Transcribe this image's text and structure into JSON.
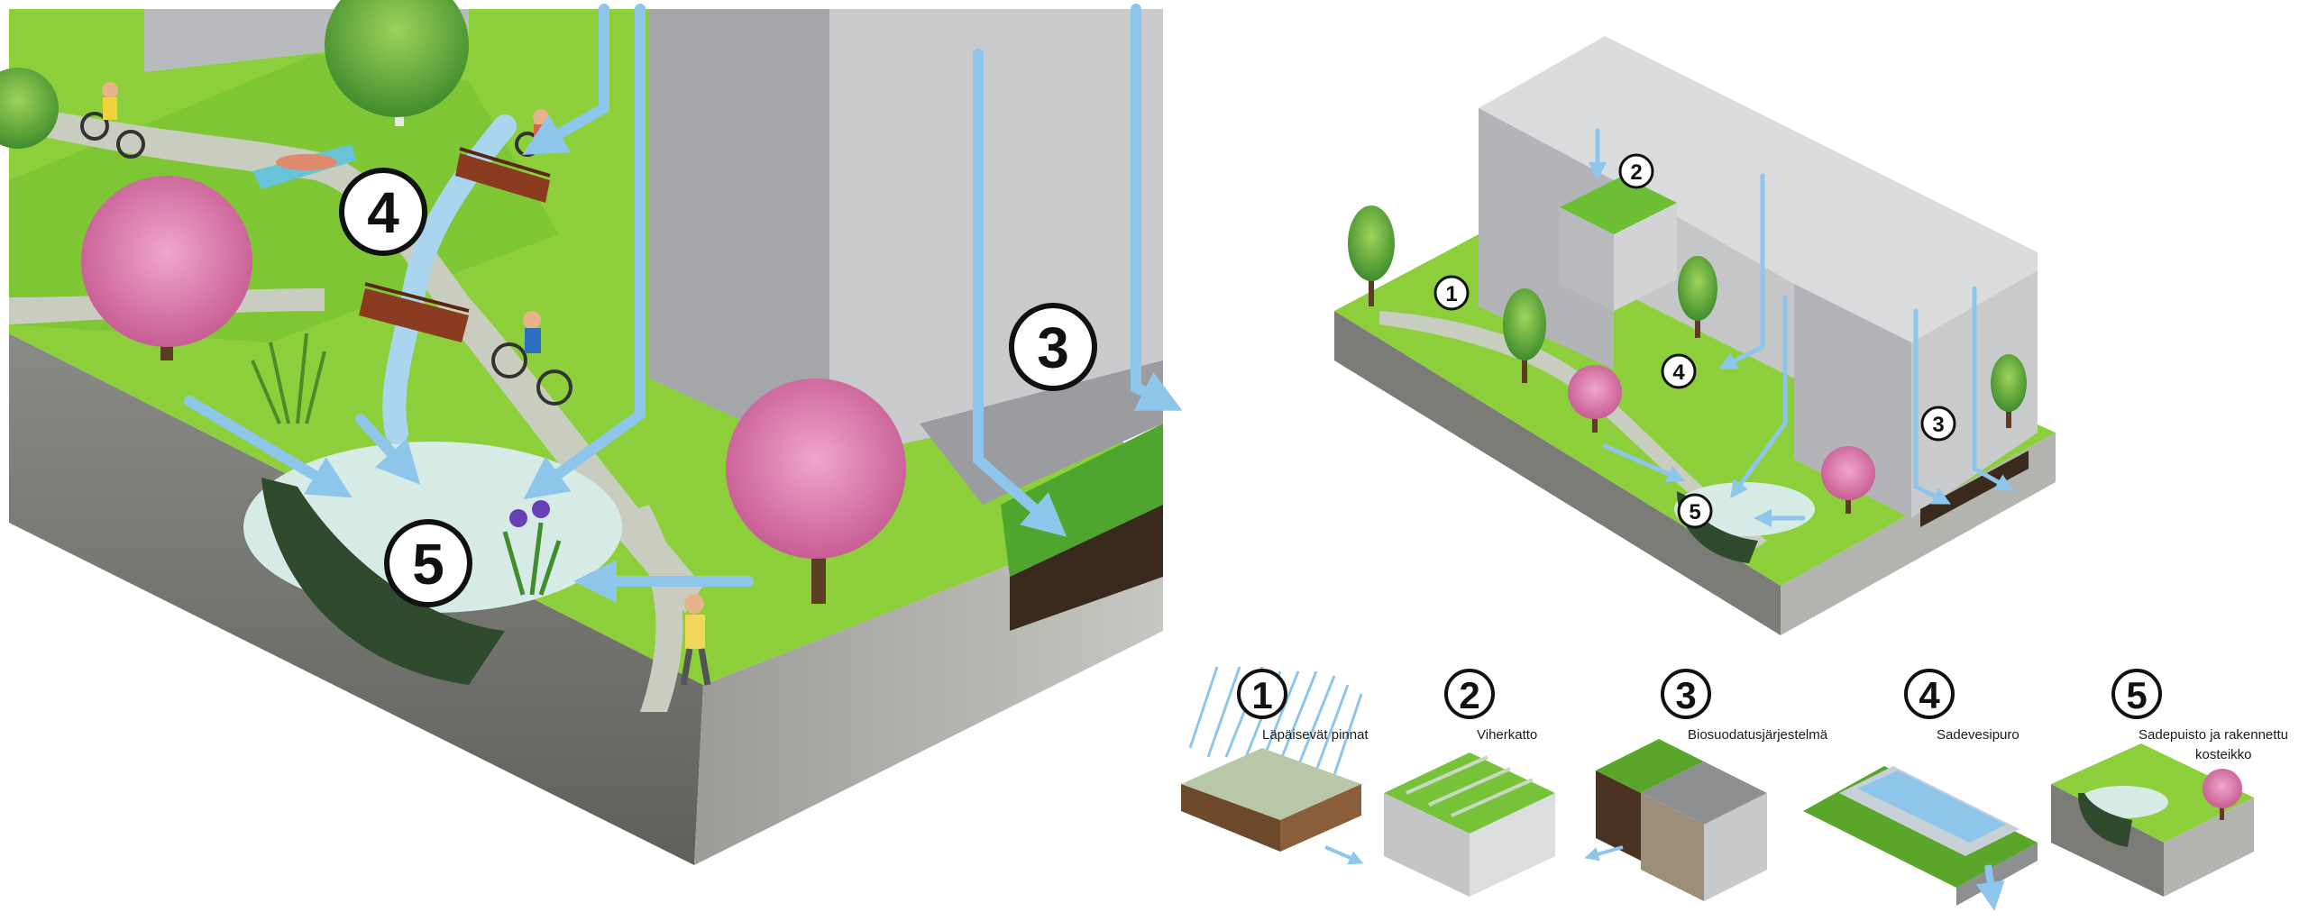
{
  "closeup": {
    "badge_4": "4",
    "badge_5": "5",
    "badge_3": "3"
  },
  "overview": {
    "badges": [
      "1",
      "2",
      "3",
      "4",
      "5"
    ]
  },
  "legend": {
    "items": [
      {
        "number": "1",
        "label": "Läpäisevät pinnat"
      },
      {
        "number": "2",
        "label": "Viherkatto"
      },
      {
        "number": "3",
        "label": "Biosuodatusjärjestelmä"
      },
      {
        "number": "4",
        "label": "Sadevesipuro"
      },
      {
        "number": "5",
        "label_line1": "Sadepuisto ja rakennettu",
        "label_line2": "kosteikko"
      }
    ]
  },
  "colors": {
    "grass": "#8ccf3a",
    "grass_dark": "#5aa62a",
    "path": "#c9cdbf",
    "building": "#c9cacc",
    "building_shade": "#a4a6a9",
    "soil": "#7b7b78",
    "water": "#d7ebe6",
    "arrow": "#8ec5ea",
    "blossom": "#d66aa3"
  }
}
